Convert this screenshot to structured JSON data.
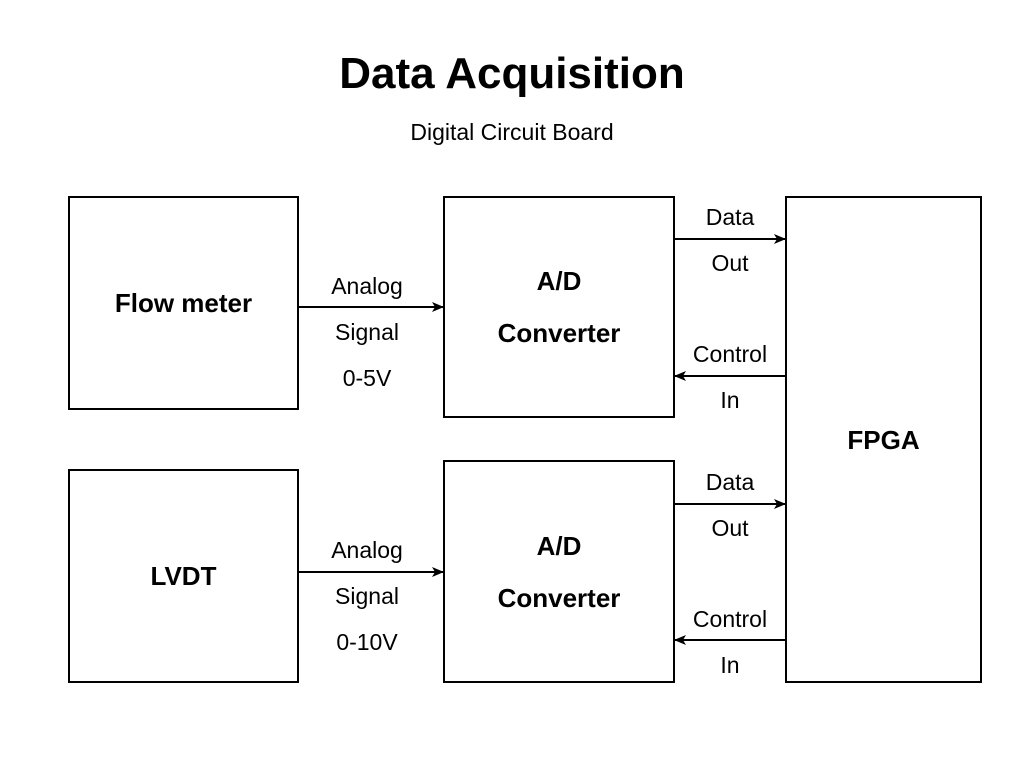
{
  "diagram": {
    "title": "Data Acquisition",
    "subtitle": "Digital Circuit Board",
    "blocks": {
      "flow_meter": "Flow meter",
      "lvdt": "LVDT",
      "adc1": [
        "A/D",
        "Converter"
      ],
      "adc2": [
        "A/D",
        "Converter"
      ],
      "fpga": "FPGA"
    },
    "labels": {
      "analog1": [
        "Analog",
        "Signal",
        "0-5V"
      ],
      "analog2": [
        "Analog",
        "Signal",
        "0-10V"
      ],
      "data_out1": [
        "Data",
        "Out"
      ],
      "control_in1": [
        "Control",
        "In"
      ],
      "data_out2": [
        "Data",
        "Out"
      ],
      "control_in2": [
        "Control",
        "In"
      ]
    }
  }
}
